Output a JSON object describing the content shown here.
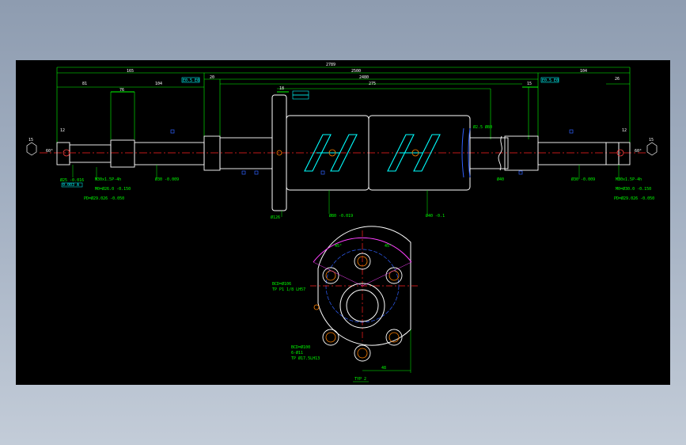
{
  "colors": {
    "background": "#000000",
    "geometry": "#ffffff",
    "dimension": "#00ff00",
    "cyan": "#00ffff",
    "center": "#ff2020",
    "blue": "#3060ff",
    "magenta": "#ff40ff"
  },
  "top_dims": {
    "overall": "2789",
    "left_end": "165",
    "right_end": "104",
    "screw_len": "2500",
    "left_step": "20",
    "thread": "2480",
    "nut_travel": "275",
    "right_26": "26",
    "left_81": "81",
    "left_104": "104",
    "left_76": "76",
    "nut_18": "18",
    "right_15": "15",
    "left_12": "12",
    "right_12": "12",
    "left_tag": "E0.5 E0",
    "right_tag": "E0.5 E0"
  },
  "side_labels": {
    "left_15": "15",
    "left_60": "60°",
    "right_15": "15",
    "right_60": "60°"
  },
  "callouts": {
    "left_shaft_tol": "Ø25 -0.016",
    "left_shaft_box": "0.003 A",
    "left_thread": "M30x1.5P-4h",
    "left_m": "M0=Ø26.0 -0.150",
    "left_pd": "PD=Ø29.026 -0.050",
    "left_bearing": "Ø30 -0.009",
    "nut_dia": "Ø126",
    "body_tol": "Ø80 -0.019",
    "nut_runout": "Ø40 -0.1",
    "right_pitch": "Ø2.5 Ø80",
    "right_dia": "Ø40",
    "right_bearing": "Ø30 -0.009",
    "right_thread": "M30x1.5P-4h",
    "right_m": "M0=Ø30.0 -0.150",
    "right_pd": "PD=Ø29.026 -0.050"
  },
  "flange": {
    "angle_left": "45°",
    "angle_right": "45°",
    "bcd_top": "BCD=Ø106",
    "port_top": "TP P1 1/8 LH57",
    "bcd_bottom": "BCD=Ø100",
    "holes_bottom": "6-Ø11",
    "holes_note": "TP Ø17.5LH13",
    "width_label": "48",
    "view_label": "TYP 2"
  }
}
